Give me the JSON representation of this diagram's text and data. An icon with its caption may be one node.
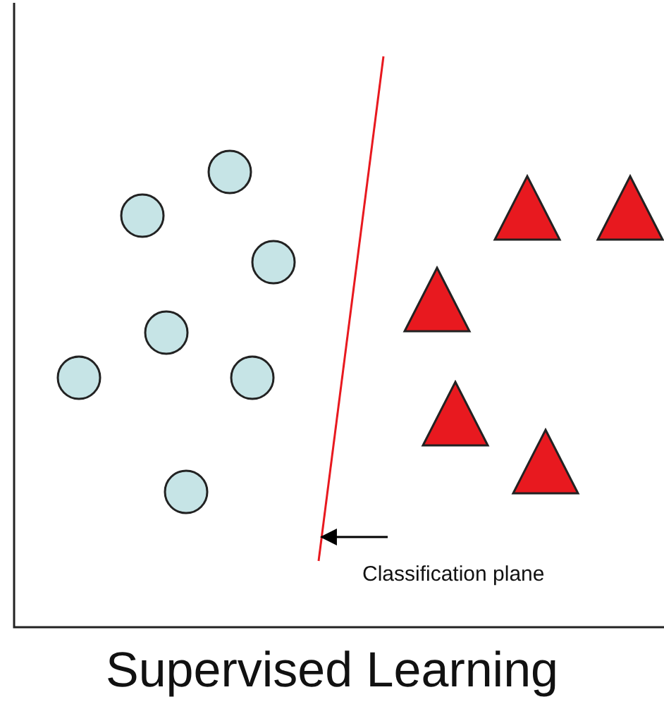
{
  "diagram": {
    "title": "Supervised Learning",
    "nodes": [
      {
        "text": [
          "Classification plane"
        ]
      },
      {
        "text": [],
        "shape": "line"
      }
    ],
    "edges": [
      {
        "from": 0,
        "to": 1,
        "arrow": "to"
      }
    ]
  }
}
